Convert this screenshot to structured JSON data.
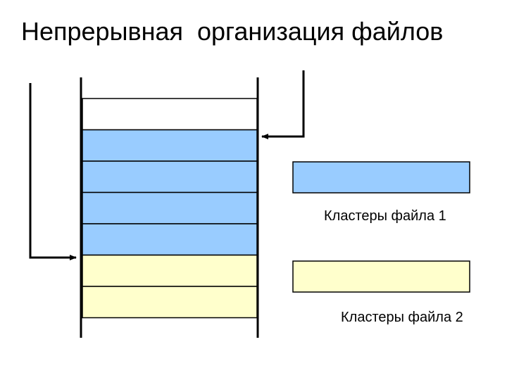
{
  "title": "Непрерывная  организация файлов",
  "colors": {
    "file1": "#99ccff",
    "file2": "#ffffcc",
    "empty": "#ffffff",
    "stroke": "#000000"
  },
  "disk": {
    "clusters": [
      "empty",
      "file1",
      "file1",
      "file1",
      "file1",
      "file2",
      "file2"
    ]
  },
  "legend": {
    "file1": {
      "label": "Кластеры файла 1",
      "color_key": "file1"
    },
    "file2": {
      "label": "Кластеры файла 2",
      "color_key": "file2"
    }
  },
  "arrows": [
    {
      "name": "file1-start-pointer",
      "points_to": "file1"
    },
    {
      "name": "file2-start-pointer",
      "points_to": "file2"
    }
  ]
}
